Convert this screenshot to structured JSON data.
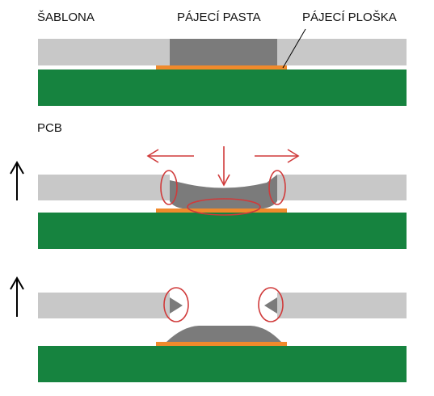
{
  "labels": {
    "stencil": "ŠABLONA",
    "paste": "PÁJECÍ PASTA",
    "pad": "PÁJECÍ PLOŠKA",
    "pcb": "PCB"
  },
  "colors": {
    "stencil": "#c8c8c8",
    "paste": "#7b7b7b",
    "pcb": "#16833f",
    "pad": "#f08a2c",
    "annotation": "#d03a3a",
    "arrow": "#000000"
  }
}
